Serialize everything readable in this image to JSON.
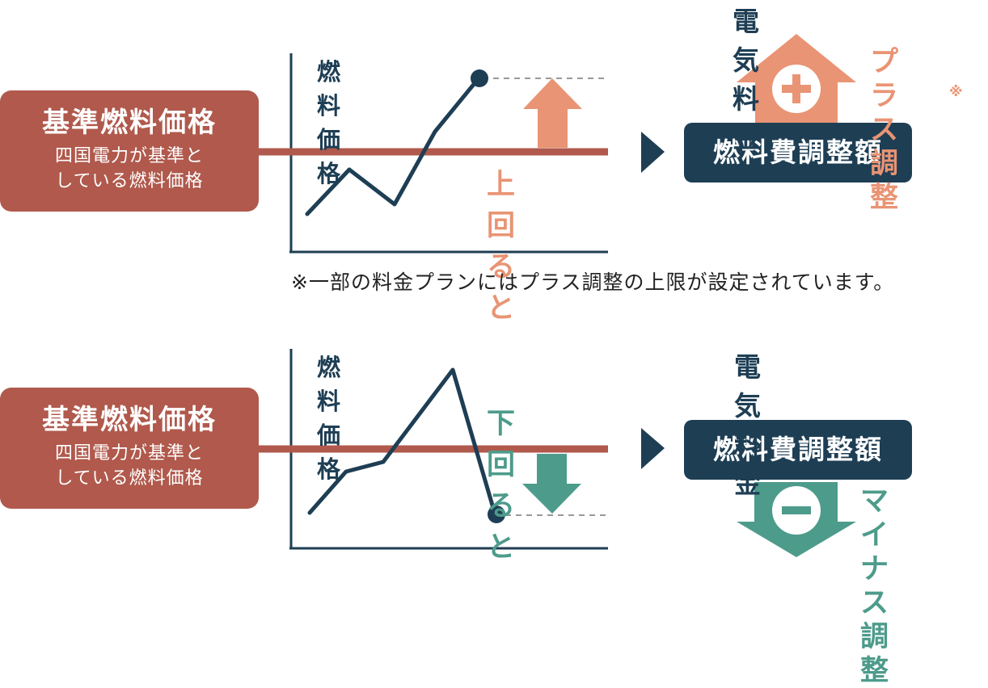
{
  "colors": {
    "base_box": "#b0594c",
    "navy": "#1e3e54",
    "plus": "#e99474",
    "minus": "#4d9b8b",
    "base_line": "#b0594c",
    "dashed": "#999999"
  },
  "panels": [
    {
      "id": "upper",
      "base_title": "基準燃料価格",
      "base_desc": "四国電力が基準と\nしている燃料価格",
      "fuel_label": "燃料価格",
      "direction_label": "上回ると",
      "adjust_label": "燃料費調整額",
      "electricity_label": "電気料金",
      "adjustment_line1": "プラス",
      "adjustment_line2": "調整",
      "asterisk": "※",
      "sign_icon": "plus-icon",
      "arrow_icon": "up-arrow-icon"
    },
    {
      "id": "lower",
      "base_title": "基準燃料価格",
      "base_desc": "四国電力が基準と\nしている燃料価格",
      "fuel_label": "燃料価格",
      "direction_label": "下回ると",
      "adjust_label": "燃料費調整額",
      "electricity_label": "電気料金",
      "adjustment_line1": "マイナス",
      "adjustment_line2": "調整",
      "sign_icon": "minus-icon",
      "arrow_icon": "down-arrow-icon"
    }
  ],
  "note": "※一部の料金プランにはプラス調整の上限が設定されています。"
}
